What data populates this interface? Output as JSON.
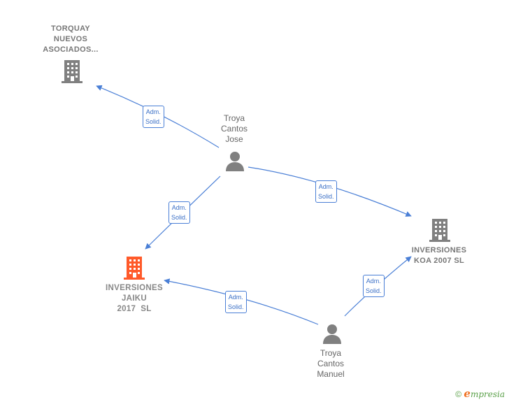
{
  "nodes": {
    "torquay": {
      "lines": [
        "TORQUAY",
        "NUEVOS",
        "ASOCIADOS..."
      ],
      "color": "#808080"
    },
    "jaiku": {
      "lines": [
        "INVERSIONES",
        "JAIKU",
        "2017  SL"
      ],
      "color": "#ff5a2a"
    },
    "koa": {
      "lines": [
        "INVERSIONES",
        "KOA 2007 SL"
      ],
      "color": "#808080"
    },
    "jose": {
      "lines": [
        "Troya",
        "Cantos",
        "Jose"
      ]
    },
    "manuel": {
      "lines": [
        "Troya",
        "Cantos",
        "Manuel"
      ]
    }
  },
  "edges": [
    {
      "id": "jose-torquay",
      "label": [
        "Adm.",
        "Solid."
      ]
    },
    {
      "id": "jose-jaiku",
      "label": [
        "Adm.",
        "Solid."
      ]
    },
    {
      "id": "jose-koa",
      "label": [
        "Adm.",
        "Solid."
      ]
    },
    {
      "id": "manuel-jaiku",
      "label": [
        "Adm.",
        "Solid."
      ]
    },
    {
      "id": "manuel-koa",
      "label": [
        "Adm.",
        "Solid."
      ]
    }
  ],
  "colors": {
    "edge": "#4a7fd6"
  },
  "footer": {
    "copyright": "©",
    "brand_e": "e",
    "brand_rest": "mpresia"
  }
}
